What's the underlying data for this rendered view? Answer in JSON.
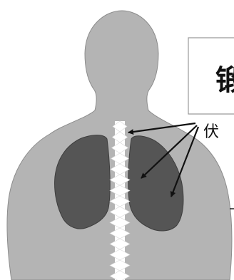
{
  "callout": {
    "title": "锻",
    "label": "伏"
  },
  "colors": {
    "background": "#ffffff",
    "body": "#b4b4b4",
    "lung": "#555555",
    "spine": "#ffffff",
    "arrow": "#111111"
  },
  "parts": {
    "body_silhouette": "body-silhouette",
    "left_lung": "left-lung",
    "right_lung": "right-lung",
    "spine": "spine"
  }
}
